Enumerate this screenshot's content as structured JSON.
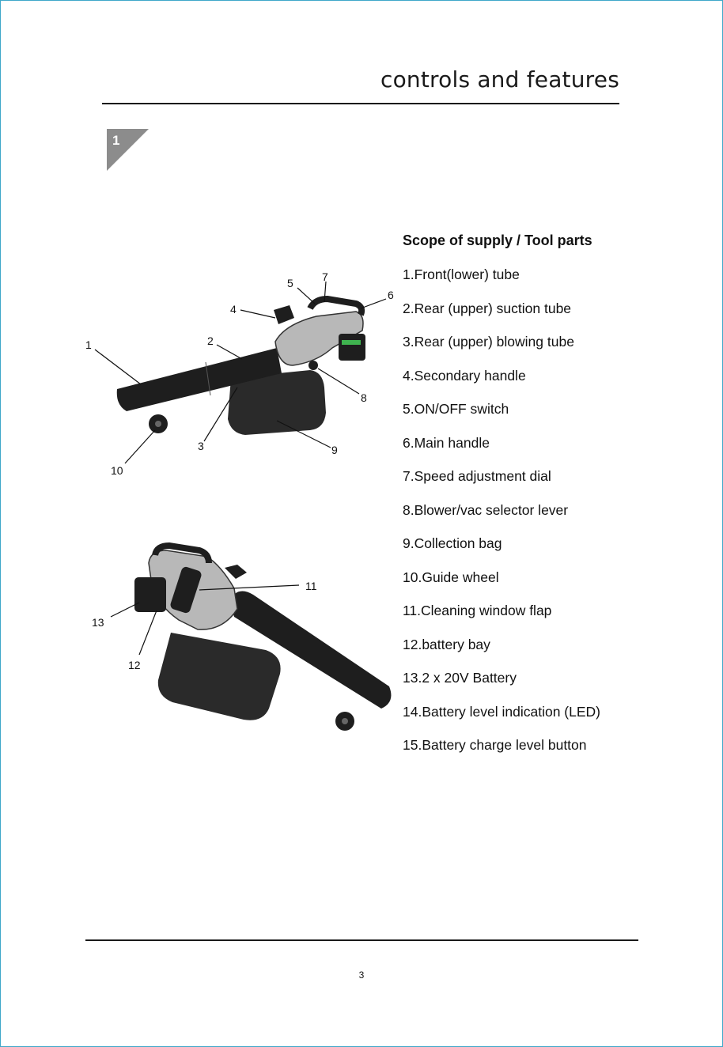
{
  "header": {
    "title": "controls and features"
  },
  "section": {
    "number": "1"
  },
  "parts": {
    "title": "Scope of supply / Tool parts",
    "items": [
      "1.Front(lower) tube",
      "2.Rear (upper) suction tube",
      "3.Rear (upper) blowing tube",
      "4.Secondary handle",
      "5.ON/OFF switch",
      "6.Main handle",
      "7.Speed adjustment dial",
      "8.Blower/vac selector lever",
      "9.Collection bag",
      "10.Guide wheel",
      "11.Cleaning window flap",
      "12.battery bay",
      "13.2 x 20V Battery",
      "14.Battery level indication (LED)",
      "15.Battery charge level button"
    ]
  },
  "callouts_top": [
    "1",
    "2",
    "3",
    "4",
    "5",
    "6",
    "7",
    "8",
    "9",
    "10"
  ],
  "callouts_bottom": [
    "11",
    "12",
    "13"
  ],
  "footer": {
    "page_number": "3"
  }
}
